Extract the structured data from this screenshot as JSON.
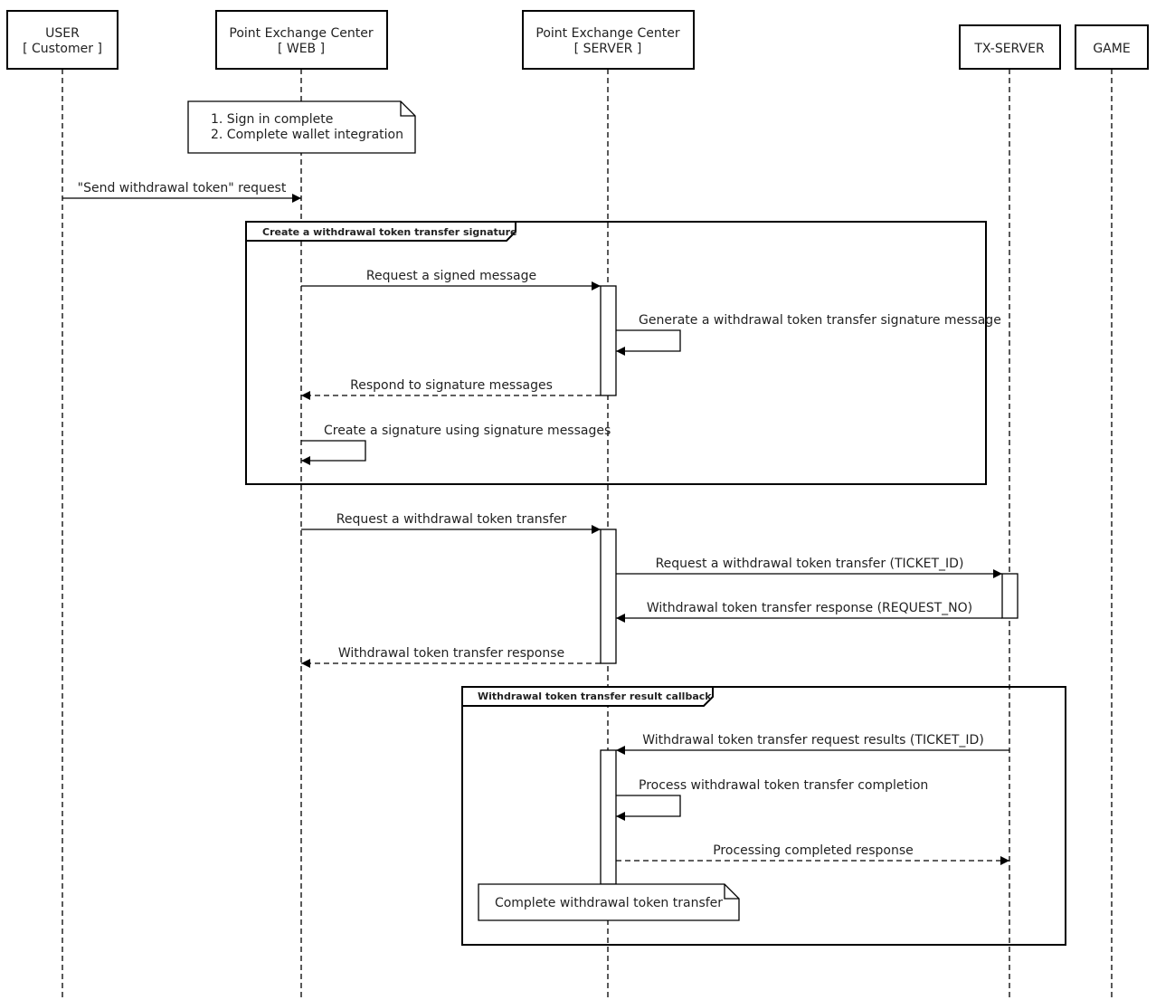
{
  "actors": [
    {
      "id": "user",
      "line1": "USER",
      "line2": "[ Customer ]"
    },
    {
      "id": "web",
      "line1": "Point Exchange Center",
      "line2": "[ WEB ]"
    },
    {
      "id": "server",
      "line1": "Point Exchange Center",
      "line2": "[ SERVER ]"
    },
    {
      "id": "tx",
      "line1": "TX-SERVER",
      "line2": ""
    },
    {
      "id": "game",
      "line1": "GAME",
      "line2": ""
    }
  ],
  "notes": {
    "preconditions": {
      "line1": "1. Sign in complete",
      "line2": "2. Complete wallet integration"
    },
    "complete": {
      "line1": "Complete withdrawal token transfer"
    }
  },
  "frames": {
    "signature": {
      "label": "Create a withdrawal token transfer signature"
    },
    "callback": {
      "label": "Withdrawal token transfer result callback"
    }
  },
  "messages": [
    {
      "id": "m1",
      "from": "user",
      "to": "web",
      "label": "\"Send withdrawal token\" request",
      "style": "solid"
    },
    {
      "id": "m2",
      "from": "web",
      "to": "server",
      "label": "Request a signed message",
      "style": "solid"
    },
    {
      "id": "m3",
      "from": "server",
      "to": "server",
      "label": "Generate a withdrawal token transfer signature message",
      "style": "self"
    },
    {
      "id": "m4",
      "from": "server",
      "to": "web",
      "label": "Respond to signature messages",
      "style": "dashed"
    },
    {
      "id": "m5",
      "from": "web",
      "to": "web",
      "label": "Create a signature using signature messages",
      "style": "self"
    },
    {
      "id": "m6",
      "from": "web",
      "to": "server",
      "label": "Request a withdrawal token transfer",
      "style": "solid"
    },
    {
      "id": "m7",
      "from": "server",
      "to": "tx",
      "label": "Request a withdrawal token transfer (TICKET_ID)",
      "style": "solid"
    },
    {
      "id": "m8",
      "from": "tx",
      "to": "server",
      "label": "Withdrawal token transfer response (REQUEST_NO)",
      "style": "solid"
    },
    {
      "id": "m9",
      "from": "server",
      "to": "web",
      "label": "Withdrawal token transfer response",
      "style": "dashed"
    },
    {
      "id": "m10",
      "from": "tx",
      "to": "server",
      "label": "Withdrawal token transfer request results (TICKET_ID)",
      "style": "solid"
    },
    {
      "id": "m11",
      "from": "server",
      "to": "server",
      "label": "Process withdrawal token transfer completion",
      "style": "self"
    },
    {
      "id": "m12",
      "from": "server",
      "to": "tx",
      "label": "Processing completed response",
      "style": "dashed"
    }
  ]
}
